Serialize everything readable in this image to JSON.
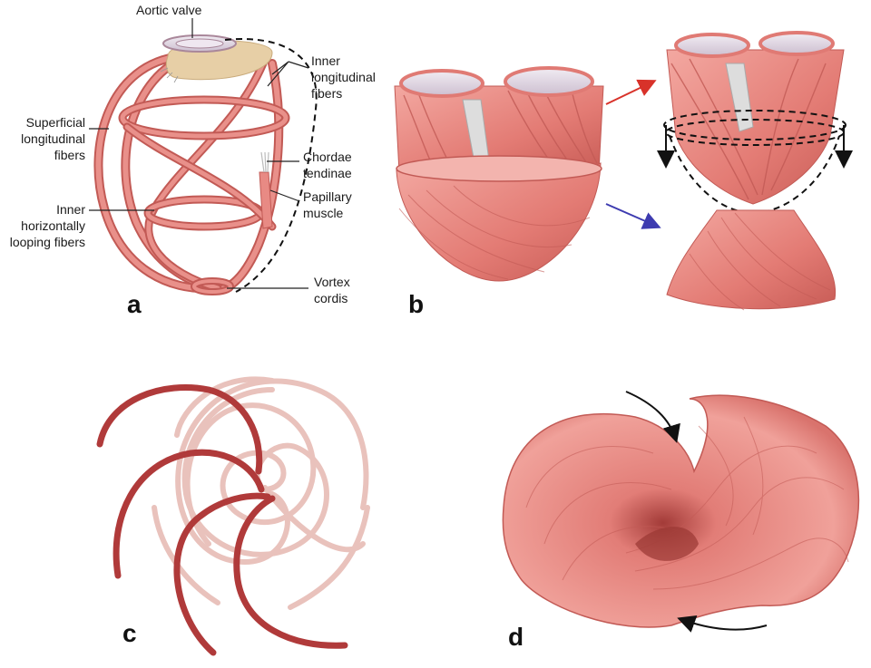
{
  "panels": {
    "a": {
      "letter": "a",
      "labels": {
        "aortic_valve": "Aortic valve",
        "inner_long_1": "Inner",
        "inner_long_2": "longitudinal",
        "inner_long_3": "fibers",
        "superficial_1": "Superficial",
        "superficial_2": "longitudinal",
        "superficial_3": "fibers",
        "chordae_1": "Chordae",
        "chordae_2": "tendinae",
        "papillary_1": "Papillary",
        "papillary_2": "muscle",
        "inner_horiz_1": "Inner",
        "inner_horiz_2": "horizontally",
        "inner_horiz_3": "looping fibers",
        "vortex_1": "Vortex",
        "vortex_2": "cordis"
      }
    },
    "b": {
      "letter": "b"
    },
    "c": {
      "letter": "c"
    },
    "d": {
      "letter": "d"
    }
  },
  "colors": {
    "muscle": "#e88a84",
    "muscle_dark": "#c25a55",
    "muscle_light": "#f4b3ad",
    "valve": "#e6dde6",
    "annulus": "#e7cfa6",
    "spiral_dark": "#b03a3a",
    "spiral_light": "#e9c2bc",
    "arrow_red": "#d8322a",
    "arrow_blue": "#3d3bb0"
  }
}
